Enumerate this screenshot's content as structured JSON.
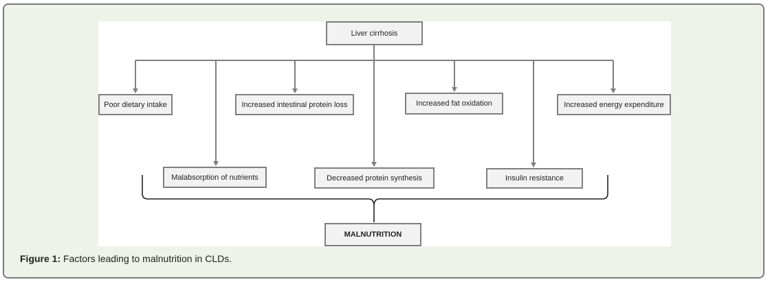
{
  "diagram": {
    "root": "Liver cirrhosis",
    "upper_factors": [
      "Poor dietary intake",
      "Increased intestinal protein loss",
      "Increased fat oxidation",
      "Increased energy expenditure"
    ],
    "lower_factors": [
      "Malabsorption of nutrients",
      "Decreased protein synthesis",
      "Insulin resistance"
    ],
    "outcome": "MALNUTRITION"
  },
  "caption": {
    "label": "Figure 1:",
    "text": " Factors leading to malnutrition in CLDs."
  },
  "colors": {
    "frame_background": "#eef2e8",
    "box_fill": "#f2f2f2",
    "line": "#7f7f7f",
    "brace": "#222222"
  }
}
